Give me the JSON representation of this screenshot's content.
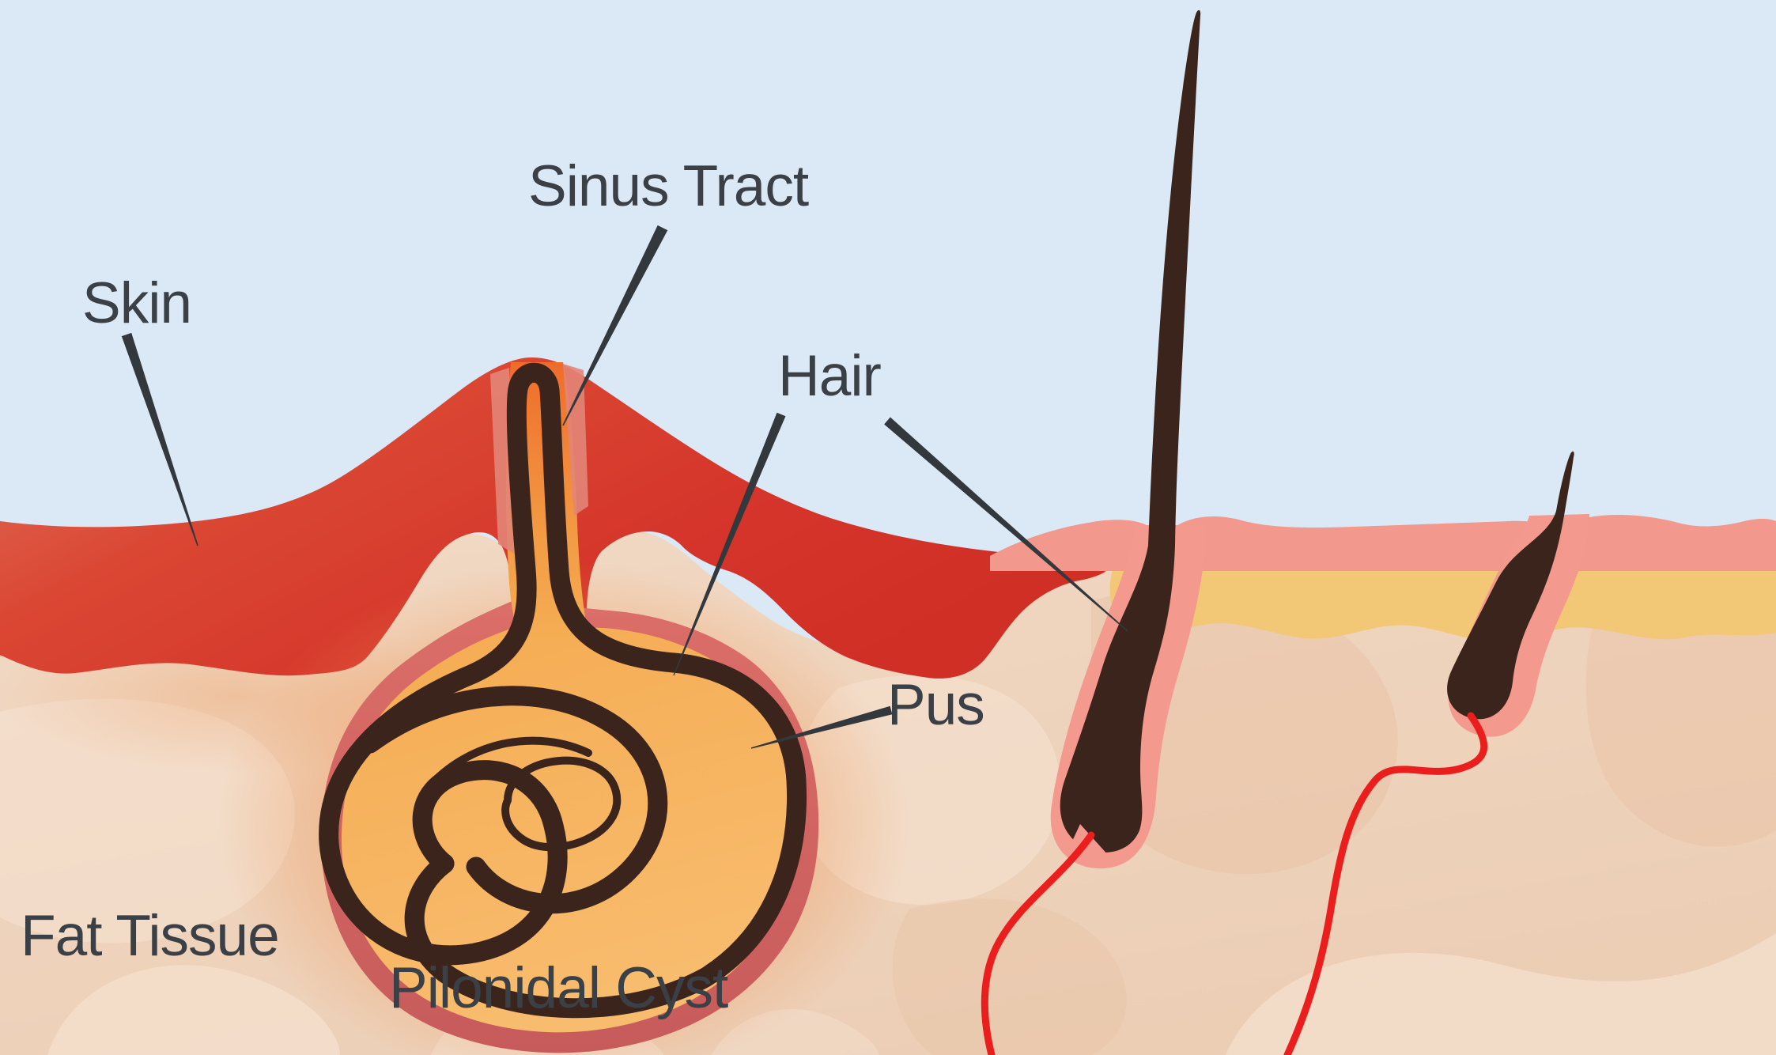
{
  "title": "Pilonidal cyst cross-section medical diagram",
  "labels": {
    "skin": {
      "text": "Skin"
    },
    "sinus_tract": {
      "text": "Sinus Tract"
    },
    "hair": {
      "text": "Hair"
    },
    "pus": {
      "text": "Pus"
    },
    "fat_tissue": {
      "text": "Fat Tissue"
    },
    "pilonidal_cyst": {
      "text": "Pilonidal Cyst"
    }
  },
  "colors": {
    "background": "#dbe9f7",
    "label_text": "#3a4046",
    "leader_line": "#33383c",
    "inflamed_skin_red": "#d93a2b",
    "inflamed_highlight": "#e2745f",
    "normal_skin_pink": "#f2988d",
    "epidermis_yellow": "#f2c877",
    "fat_beige": "#efd5bf",
    "fat_light": "#f6e4d4",
    "fat_medium": "#e8c2a6",
    "cyst_rim_pink": "#d96a64",
    "cyst_fill_amber": "#f6b25c",
    "sinus_opening_orange": "#ef6c2b",
    "inflammation_glow": "#ee8746",
    "hair_brown": "#3a241b",
    "vessel_red": "#ea1e1c"
  }
}
